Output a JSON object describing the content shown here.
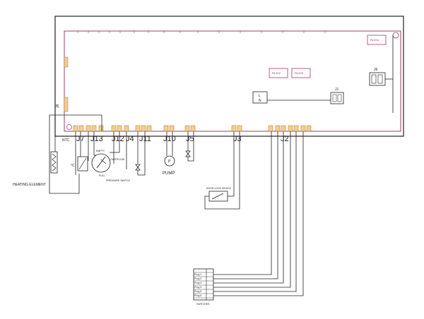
{
  "connectors": {
    "ntc": "NTC",
    "j7": "J7",
    "j13": "J13",
    "j12": "J12",
    "j4": "J4",
    "j11": "J11",
    "j10": "J10",
    "j5": "J5",
    "j3": "J3",
    "j2": "J2",
    "j1": "J1",
    "j6": "J6",
    "j8": "J8"
  },
  "relays": {
    "rl204": "RL204",
    "rl202": "RL202",
    "rl203": "RL203"
  },
  "mains": {
    "l": "L",
    "n": "N"
  },
  "labels": {
    "heating_element": "HEATING ELEMENT",
    "pump": "PUMP",
    "deg_c": "°C",
    "pump_symbol": "P",
    "door_lock": "DOOR LOCK DEVICE",
    "pressure_switch": "PRESSURE SWITCH",
    "empty": "EMPTY",
    "full": "FULL",
    "overflow": "OVERFLOW",
    "switches": "SWITCHES"
  },
  "switch_rows": [
    "Prog 1",
    "Prog 2",
    "Prog 3",
    "Prog 4",
    "Prog 5",
    "Prog 6"
  ]
}
